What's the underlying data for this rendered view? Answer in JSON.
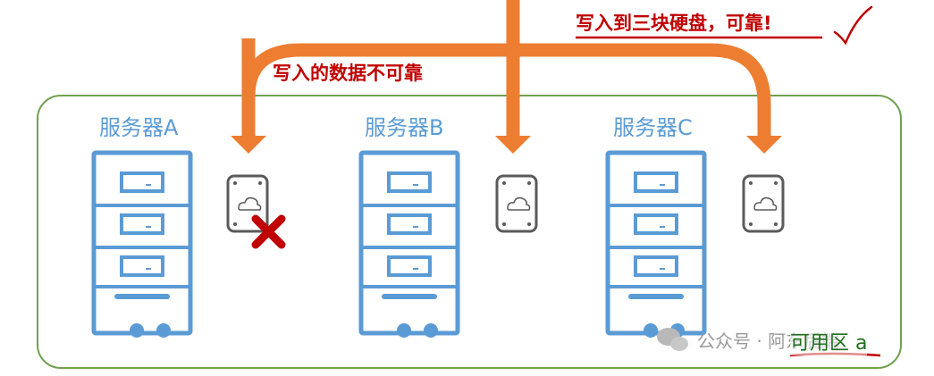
{
  "servers": [
    {
      "label": "服务器A"
    },
    {
      "label": "服务器B"
    },
    {
      "label": "服务器C"
    }
  ],
  "annotations": {
    "top_right": "写入到三块硬盘，可靠!",
    "top_left": "写入的数据不可靠"
  },
  "zone_label": "可用区 a",
  "watermark": "公众号 · 阿东后端",
  "colors": {
    "arrow": "#ed7d31",
    "server": "#5b9bd5",
    "zone_border": "#70a050",
    "disk": "#5a5a5a",
    "red": "#c00000"
  }
}
